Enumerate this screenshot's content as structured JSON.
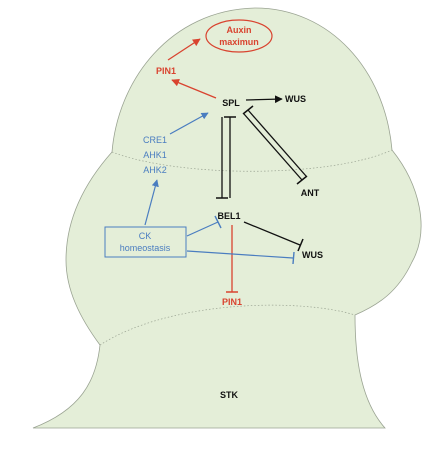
{
  "colors": {
    "background": "#ffffff",
    "organ_fill": "#e4eed8",
    "organ_outline": "#9aa392",
    "black": "#111111",
    "red": "#d9432f",
    "blue": "#4a7dc0"
  },
  "nodes": {
    "auxin_line1": "Auxin",
    "auxin_line2": "maximun",
    "pin1_top": "PIN1",
    "spl": "SPL",
    "wus_top": "WUS",
    "cre1": "CRE1",
    "ahk1": "AHK1",
    "ahk2": "AHK2",
    "ant": "ANT",
    "ck_line1": "CK",
    "ck_line2": "homeostasis",
    "bel1": "BEL1",
    "wus_mid": "WUS",
    "pin1_bottom": "PIN1",
    "stk": "STK"
  }
}
